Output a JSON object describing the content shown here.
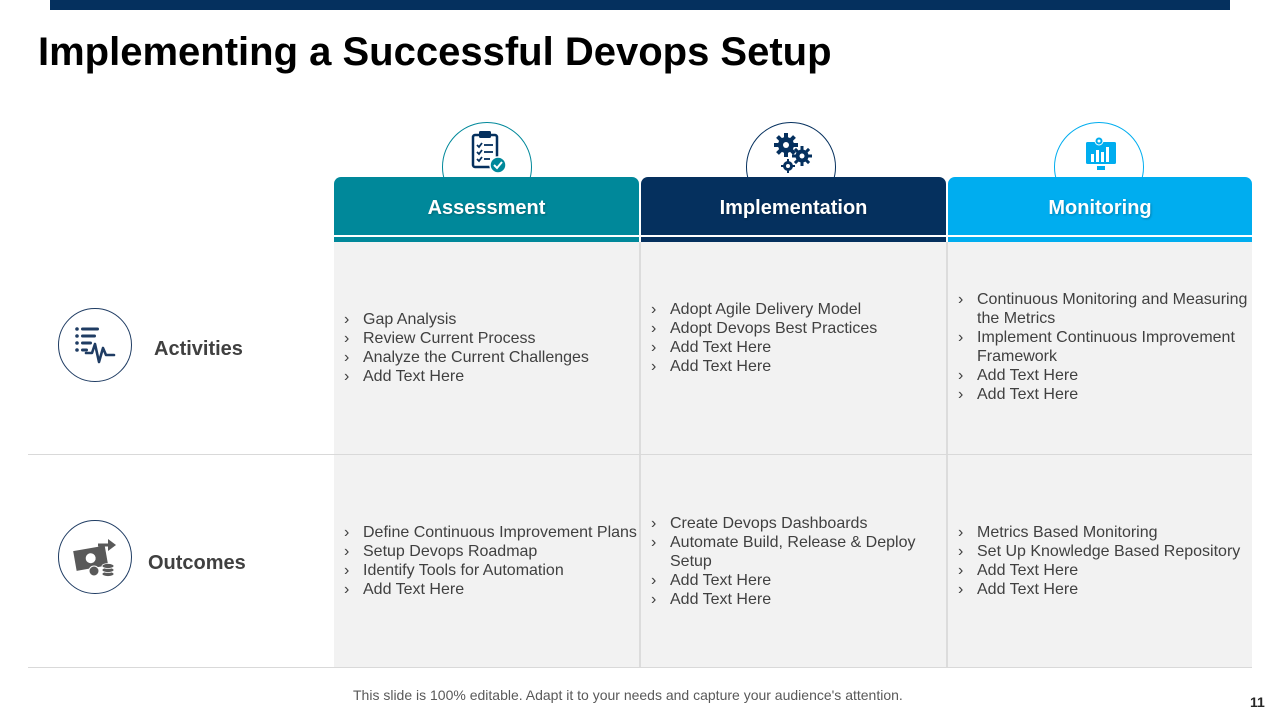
{
  "title": "Implementing a Successful Devops Setup",
  "colors": {
    "top_bar": "#05305e",
    "assessment": "#00889a",
    "implementation": "#05305e",
    "monitoring": "#00adef"
  },
  "columns": [
    {
      "label": "Assessment",
      "icon": "clipboard-check-icon"
    },
    {
      "label": "Implementation",
      "icon": "gears-icon"
    },
    {
      "label": "Monitoring",
      "icon": "monitor-chart-icon"
    }
  ],
  "rows": [
    {
      "label": "Activities",
      "icon": "activity-list-icon"
    },
    {
      "label": "Outcomes",
      "icon": "money-transfer-icon"
    }
  ],
  "cells": {
    "activities": {
      "assessment": [
        "Gap Analysis",
        "Review Current Process",
        "Analyze the Current Challenges",
        "Add Text Here"
      ],
      "implementation": [
        "Adopt Agile Delivery Model",
        "Adopt Devops Best Practices",
        "Add Text Here",
        "Add Text Here"
      ],
      "monitoring": [
        "Continuous Monitoring and Measuring the Metrics",
        "Implement Continuous Improvement Framework",
        "Add Text Here",
        "Add Text Here"
      ]
    },
    "outcomes": {
      "assessment": [
        "Define Continuous Improvement Plans",
        "Setup Devops Roadmap",
        "Identify Tools for Automation",
        "Add Text Here"
      ],
      "implementation": [
        "Create Devops Dashboards",
        "Automate Build, Release & Deploy Setup",
        "Add Text Here",
        "Add Text Here"
      ],
      "monitoring": [
        "Metrics Based Monitoring",
        "Set Up Knowledge Based Repository",
        "Add Text Here",
        "Add Text Here"
      ]
    }
  },
  "footer": "This slide is 100% editable. Adapt it to your needs and capture your audience's attention.",
  "page_number": "11"
}
